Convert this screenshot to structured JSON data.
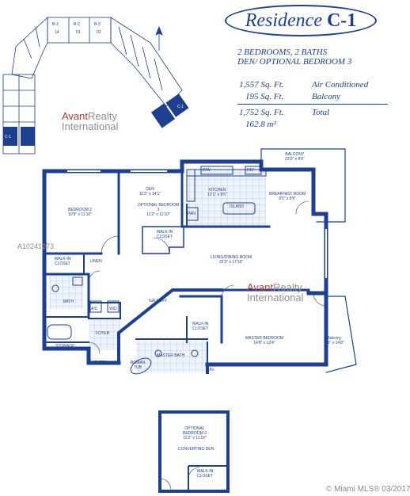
{
  "title": {
    "prefix": "Residence",
    "unit": "C-1"
  },
  "subtitle": {
    "line1": "2 BEDROOMS, 2 BATHS",
    "line2": "DEN/ OPTIONAL BEDROOM 3"
  },
  "stats": [
    {
      "value": "1,557 Sq. Ft.",
      "label": "Air Conditioned"
    },
    {
      "value": "195 Sq. Ft.",
      "label": "Balcony"
    },
    {
      "value": "1,752 Sq. Ft.",
      "label": "Total"
    },
    {
      "value": "162.8 m²",
      "label": ""
    }
  ],
  "logo": {
    "line1_a": "Avant",
    "line1_b": "Realty",
    "line2": "International"
  },
  "listing_id": "A10241273",
  "rooms": {
    "balcony_top": {
      "name": "BALCONY",
      "dim": "23'0\" x 8'0\""
    },
    "dw": "D/W",
    "ref": "REF.",
    "kitchen": {
      "name": "KITCHEN",
      "dim": "12'1\" x 9'6\""
    },
    "breakfast": {
      "name": "BREAKFAST ROOM",
      "dim": "8'5\" x 8'5\""
    },
    "island": "ISLAND",
    "pan": "PAN",
    "den": {
      "name": "DEN",
      "dim": "11'2\" x 14'1\""
    },
    "optional_bed": {
      "name": "OPTIONAL BEDROOM 3",
      "dim": "11'2\" x 11'10\""
    },
    "walkin_den": "WALK-IN CLOSET",
    "bedroom2": {
      "name": "BEDROOM 2",
      "dim": "10'9\" x 11'10\""
    },
    "walkin_bed2": "WALK-IN CLOSET",
    "linen": "LINEN",
    "living": {
      "name": "LIVING/DINING ROOM",
      "dim": "22'3\" x 17'10\""
    },
    "bath": "BATH",
    "ac": "A/C",
    "wd": "W/D",
    "gallery": "GALLERY",
    "foyer": "FOYER",
    "storage": "STORAGE",
    "entry": "ENTRY",
    "walkin_master": "WALK-IN CLOSET",
    "master_bedroom": {
      "name": "MASTER BEDROOM",
      "dim": "14'8\" x 13'4\""
    },
    "master_bath": "MASTER BATH",
    "roman_tub": "ROMAN TUB",
    "lin": "LIN.",
    "balcony_right": {
      "name": "Balcony",
      "dim": "5'6\" x 14'8\""
    }
  },
  "inset": {
    "name": "OPTIONAL BEDROOM 3",
    "dim": "11'2\" x 11'10\"",
    "note": "CONVERTING DEN",
    "walkin": "WALK-IN CLOSET"
  },
  "keyplan_labels": [
    "B-3",
    "B-2",
    "B-3",
    "14",
    "01",
    "02",
    "C-1",
    "C-1"
  ],
  "footer": {
    "mls": "© Miami MLS® 03/2017"
  },
  "colors": {
    "wall": "#1d3f8f",
    "tile": "#c9d6ef",
    "logo_red": "#c0392b"
  }
}
